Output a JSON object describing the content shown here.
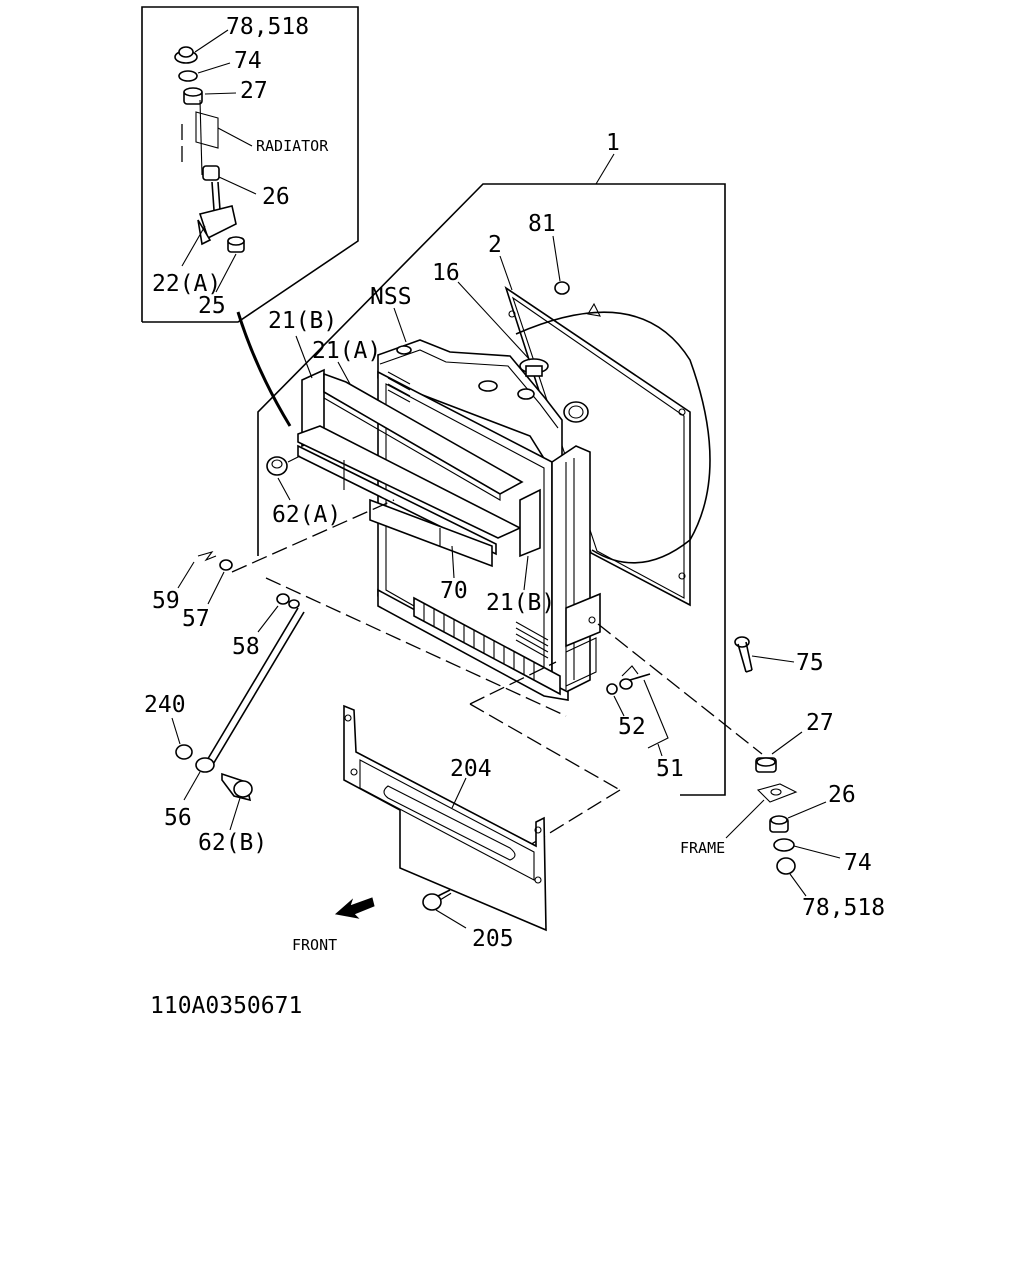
{
  "labels": {
    "inset_nut": "78,518",
    "inset_74": "74",
    "inset_27": "27",
    "inset_radiator": "RADIATOR",
    "inset_26": "26",
    "inset_22a": "22(A)",
    "inset_25": "25",
    "assembly_1": "1",
    "p81": "81",
    "p2": "2",
    "p16": "16",
    "nss": "NSS",
    "p21b_top": "21(B)",
    "p21a": "21(A)",
    "p62a": "62(A)",
    "p70": "70",
    "p21b_bottom": "21(B)",
    "p59": "59",
    "p57": "57",
    "p58": "58",
    "p240": "240",
    "p56": "56",
    "p62b": "62(B)",
    "p204": "204",
    "p205": "205",
    "front": "FRONT",
    "p52": "52",
    "p51": "51",
    "p75": "75",
    "p27": "27",
    "p26": "26",
    "frame": "FRAME",
    "p74": "74",
    "nut_78_518": "78,518",
    "drawing_number": "110A0350671"
  },
  "icons": {
    "front_arrow": "front-direction-arrow-icon"
  }
}
